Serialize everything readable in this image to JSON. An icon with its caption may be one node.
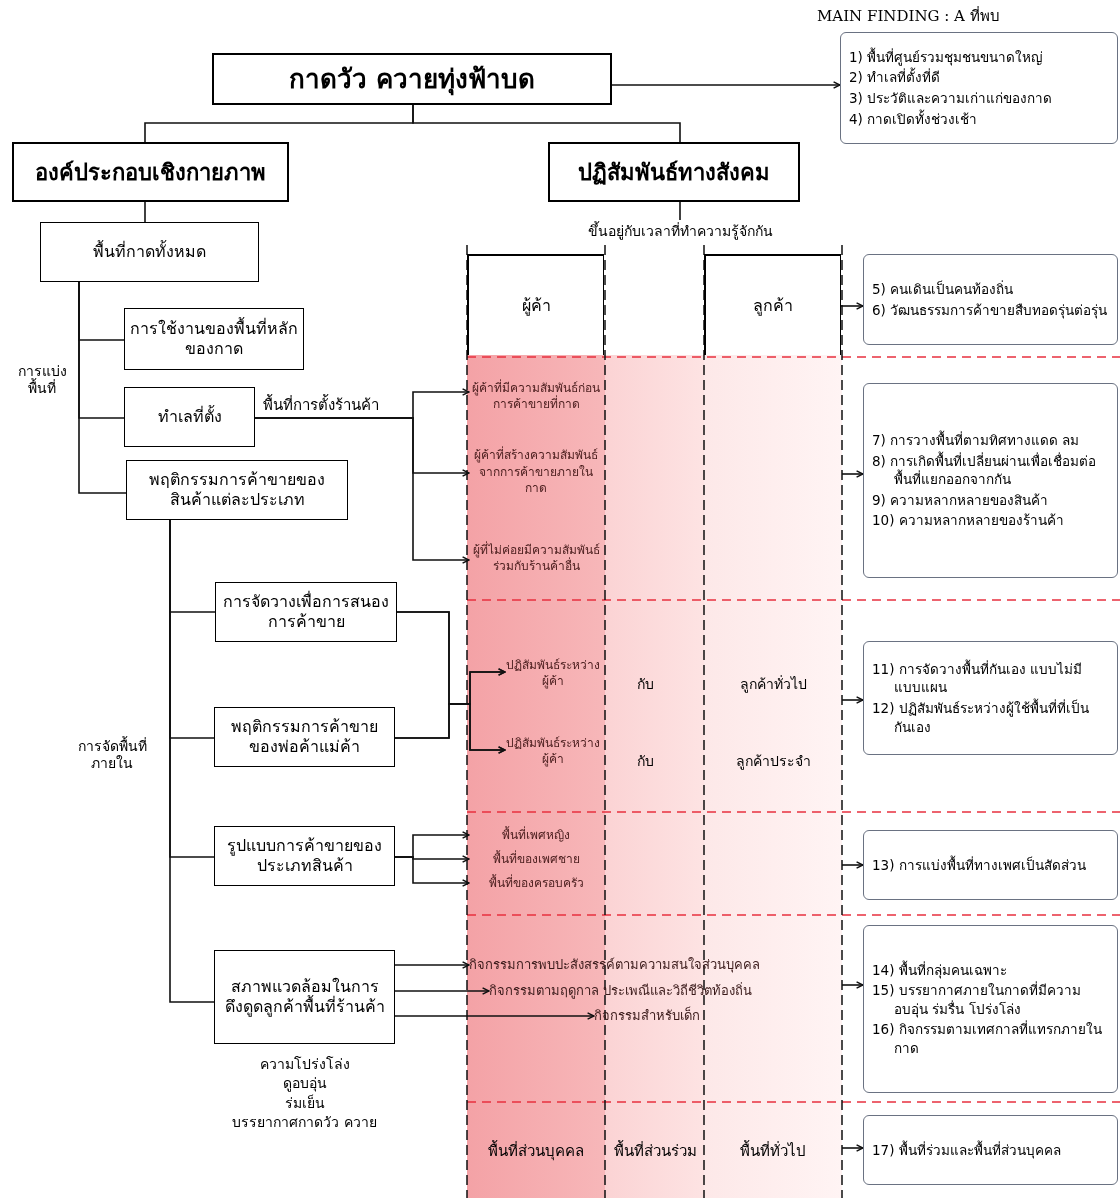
{
  "diagram": {
    "nodes": [
      {
        "text": [
          "กาดวัว ควายทุ่งฟ้าบด"
        ]
      },
      {
        "text": [
          "MAIN FINDING : A ที่พบ",
          "1) พื้นที่ศูนย์รวมชุมชนขนาดใหญ่",
          "2) ทำเลที่ตั้งที่ดี",
          "3) ประวัติและความเก่าแก่ของกาด",
          "4) กาดเปิดทั้งช่วงเช้า"
        ]
      },
      {
        "text": [
          "องค์ประกอบเชิงกายภาพ"
        ]
      },
      {
        "text": [
          "ปฏิสัมพันธ์ทางสังคม"
        ]
      },
      {
        "text": [
          "พื้นที่กาดทั้งหมด"
        ]
      },
      {
        "text": [
          "ขึ้นอยู่กับเวลาที่ทำความรู้จักกัน"
        ]
      },
      {
        "text": [
          "ผู้ค้า"
        ]
      },
      {
        "text": [
          "ลูกค้า"
        ]
      },
      {
        "text": [
          "5) คนเดินเป็นคนท้องถิ่น",
          "6) วัฒนธรรมการค้าขายสืบทอดรุ่นต่อรุ่น"
        ]
      },
      {
        "text": [
          "การใช้งานของพื้นที่หลักของกาด"
        ]
      },
      {
        "text": [
          "ทำเลที่ตั้ง"
        ]
      },
      {
        "text": [
          "พฤติกรรมการค้าขายของสินค้าแต่ละประเภท"
        ]
      },
      {
        "text": [
          "ผู้ค้าที่มีความสัมพันธ์ก่อนการค้าขายที่กาด"
        ]
      },
      {
        "text": [
          "ผู้ค้าที่สร้างความสัมพันธ์จากการค้าขายภายในกาด"
        ]
      },
      {
        "text": [
          "ผู้ที่ไม่ค่อยมีความสัมพันธ์ร่วมกับร้านค้าอื่น"
        ]
      },
      {
        "text": [
          "7) การวางพื้นที่ตามทิศทางแดด ลม",
          "8) การเกิดพื้นที่เปลี่ยนผ่านเพื่อเชื่อมต่อพื้นที่แยกออกจากกัน",
          "9) ความหลากหลายของสินค้า",
          "10) ความหลากหลายของร้านค้า"
        ]
      },
      {
        "text": [
          "การจัดวางเพื่อการสนองการค้าขาย"
        ]
      },
      {
        "text": [
          "พฤติกรรมการค้าขายของพ่อค้าแม่ค้า"
        ]
      },
      {
        "text": [
          "ปฏิสัมพันธ์ระหว่างผู้ค้า"
        ]
      },
      {
        "text": [
          "ปฏิสัมพันธ์ระหว่างผู้ค้า"
        ]
      },
      {
        "text": [
          "11) การจัดวางพื้นที่กันเอง แบบไม่มีแบบแผน",
          "12) ปฏิสัมพันธ์ระหว่างผู้ใช้พื้นที่ที่เป็นกันเอง"
        ]
      },
      {
        "text": [
          "รูปแบบการค้าขายของประเภทสินค้า"
        ]
      },
      {
        "text": [
          "พื้นที่เพศหญิง"
        ]
      },
      {
        "text": [
          "พื้นที่ของเพศชาย"
        ]
      },
      {
        "text": [
          "พื้นที่ของครอบครัว"
        ]
      },
      {
        "text": [
          "13) การแบ่งพื้นที่ทางเพศเป็นสัดส่วน"
        ]
      },
      {
        "text": [
          "สภาพแวดล้อมในการดึงดูดลูกค้าพื้นที่ร้านค้า"
        ],
        "beside": [
          "ความโปร่งโล่ง",
          "ดูอบอุ่น",
          "ร่มเย็น",
          "บรรยากาศกาดวัว ควาย"
        ]
      },
      {
        "text": [
          "กิจกรรมการพบปะสังสรรค์ตามความสนใจส่วนบุคคล"
        ]
      },
      {
        "text": [
          "กิจกรรมตามฤดูกาล ประเพณีและวิถีชีวิตท้องถิ่น"
        ]
      },
      {
        "text": [
          "กิจกรรมสำหรับเด็ก"
        ]
      },
      {
        "text": [
          "14) พื้นที่กลุ่มคนเฉพาะ",
          "15) บรรยากาศภายในกาดที่มีความอบอุ่น ร่มรื่น โปร่งโล่ง",
          "16) กิจกรรมตามเทศกาลที่แทรกภายในกาด"
        ]
      },
      {
        "text": [
          "พื้นที่ส่วนบุคคล"
        ]
      },
      {
        "text": [
          "พื้นที่ส่วนร่วม"
        ]
      },
      {
        "text": [
          "พื้นที่ทั่วไป"
        ]
      },
      {
        "text": [
          "17) พื้นที่ร่วมและพื้นที่ส่วนบุคคล"
        ]
      }
    ],
    "edges": [
      {
        "from": 0,
        "to": 1,
        "arrow": "to"
      },
      {
        "from": 0,
        "to": 2,
        "arrow": "none"
      },
      {
        "from": 0,
        "to": 3,
        "arrow": "none"
      },
      {
        "from": 2,
        "to": 4,
        "arrow": "none"
      },
      {
        "from": 3,
        "to": 5,
        "arrow": "none"
      },
      {
        "from": 4,
        "to": 9,
        "arrow": "none"
      },
      {
        "from": 4,
        "to": 10,
        "arrow": "none"
      },
      {
        "from": 4,
        "to": 11,
        "arrow": "none"
      },
      {
        "from": 10,
        "to": 12,
        "arrow": "to",
        "label": "พื้นที่การตั้งร้านค้า"
      },
      {
        "from": 10,
        "to": 13,
        "arrow": "to"
      },
      {
        "from": 10,
        "to": 14,
        "arrow": "to"
      },
      {
        "from": 7,
        "to": 8,
        "arrow": "to"
      },
      {
        "from": null,
        "to": 15,
        "arrow": "to"
      },
      {
        "from": 11,
        "to": 16,
        "arrow": "none"
      },
      {
        "from": 11,
        "to": 17,
        "arrow": "none"
      },
      {
        "from": 11,
        "to": 21,
        "arrow": "none"
      },
      {
        "from": 11,
        "to": 26,
        "arrow": "none"
      },
      {
        "from": 16,
        "to": 18,
        "arrow": "to"
      },
      {
        "from": 16,
        "to": 19,
        "arrow": "to"
      },
      {
        "from": 17,
        "to": 18,
        "arrow": "to"
      },
      {
        "from": 17,
        "to": 19,
        "arrow": "to"
      },
      {
        "from": null,
        "to": 20,
        "arrow": "to"
      },
      {
        "from": 21,
        "to": 22,
        "arrow": "to"
      },
      {
        "from": 21,
        "to": 23,
        "arrow": "to"
      },
      {
        "from": 21,
        "to": 24,
        "arrow": "to"
      },
      {
        "from": null,
        "to": 25,
        "arrow": "to"
      },
      {
        "from": 26,
        "to": 27,
        "arrow": "to"
      },
      {
        "from": 26,
        "to": 28,
        "arrow": "to"
      },
      {
        "from": 26,
        "to": 29,
        "arrow": "to"
      },
      {
        "from": null,
        "to": 30,
        "arrow": "to"
      },
      {
        "from": null,
        "to": 34,
        "arrow": "to"
      }
    ],
    "labels": [
      "การแบ่งพื้นที่",
      "กับ",
      "ลูกค้าทั่วไป",
      "การจัดพื้นที่ภายใน",
      "กับ",
      "ลูกค้าประจำ"
    ]
  }
}
